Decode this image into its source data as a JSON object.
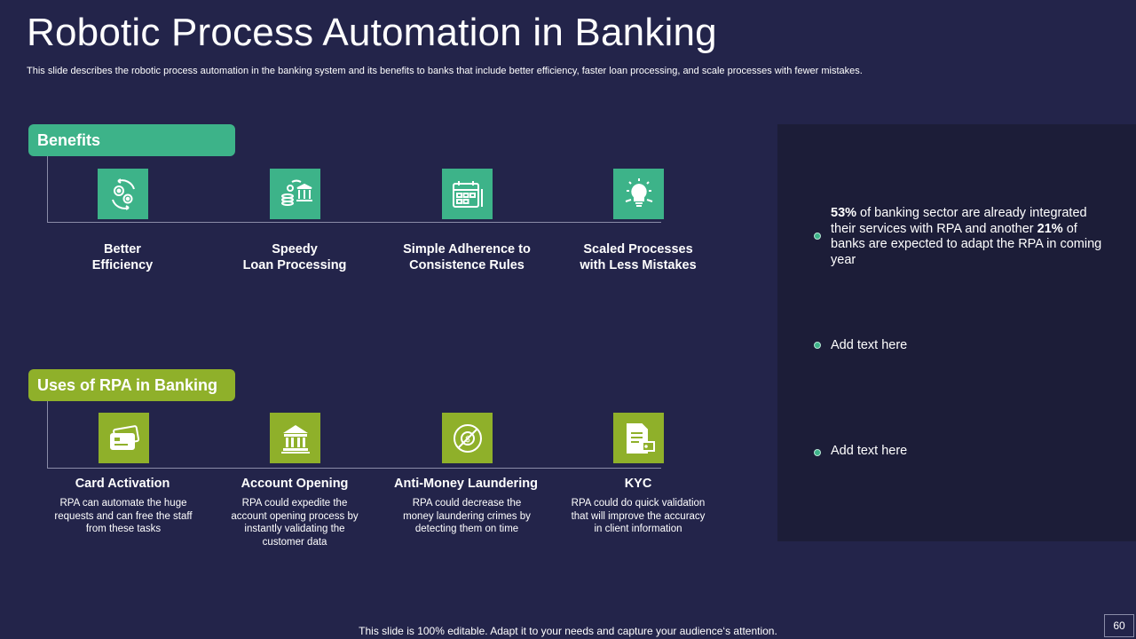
{
  "slide": {
    "title": "Robotic Process Automation in Banking",
    "subtitle": "This slide describes the robotic process automation in the banking system and its benefits to banks that include better efficiency, faster loan processing, and scale processes with fewer mistakes.",
    "footer": "This slide is 100% editable. Adapt it to your needs and capture your audience‘s attention.",
    "page_number": "60"
  },
  "colors": {
    "background": "#23244a",
    "panel": "#1c1d38",
    "benefits_accent": "#3db389",
    "uses_accent": "#8fb02a"
  },
  "benefits": {
    "label": "Benefits",
    "items": [
      {
        "icon": "gears-cycle-icon",
        "label_line1": "Better",
        "label_line2": "Efficiency"
      },
      {
        "icon": "money-bank-icon",
        "label_line1": "Speedy",
        "label_line2": "Loan Processing"
      },
      {
        "icon": "calendar-checklist-icon",
        "label_line1": "Simple Adherence to",
        "label_line2": "Consistence Rules"
      },
      {
        "icon": "lightbulb-gear-icon",
        "label_line1": "Scaled Processes",
        "label_line2": "with Less Mistakes"
      }
    ]
  },
  "uses": {
    "label": "Uses of RPA in Banking",
    "items": [
      {
        "icon": "credit-card-icon",
        "title": "Card Activation",
        "description": "RPA can automate the huge requests and can free the staff from these tasks"
      },
      {
        "icon": "bank-building-icon",
        "title": "Account Opening",
        "description": "RPA could expedite  the account opening process by instantly validating the customer data"
      },
      {
        "icon": "no-money-icon",
        "title": "Anti-Money Laundering",
        "description": "RPA could decrease the money laundering crimes by detecting them on time"
      },
      {
        "icon": "id-document-icon",
        "title": "KYC",
        "description": "RPA could do quick validation that will improve the accuracy in client information"
      }
    ]
  },
  "stats": [
    {
      "pct1": "53%",
      "text1": " of banking  sector are already integrated their services with RPA and another ",
      "pct2": "21%",
      "text2": " of banks are expected to adapt the RPA in coming year"
    },
    {
      "text": "Add text here"
    },
    {
      "text": "Add text here"
    }
  ]
}
